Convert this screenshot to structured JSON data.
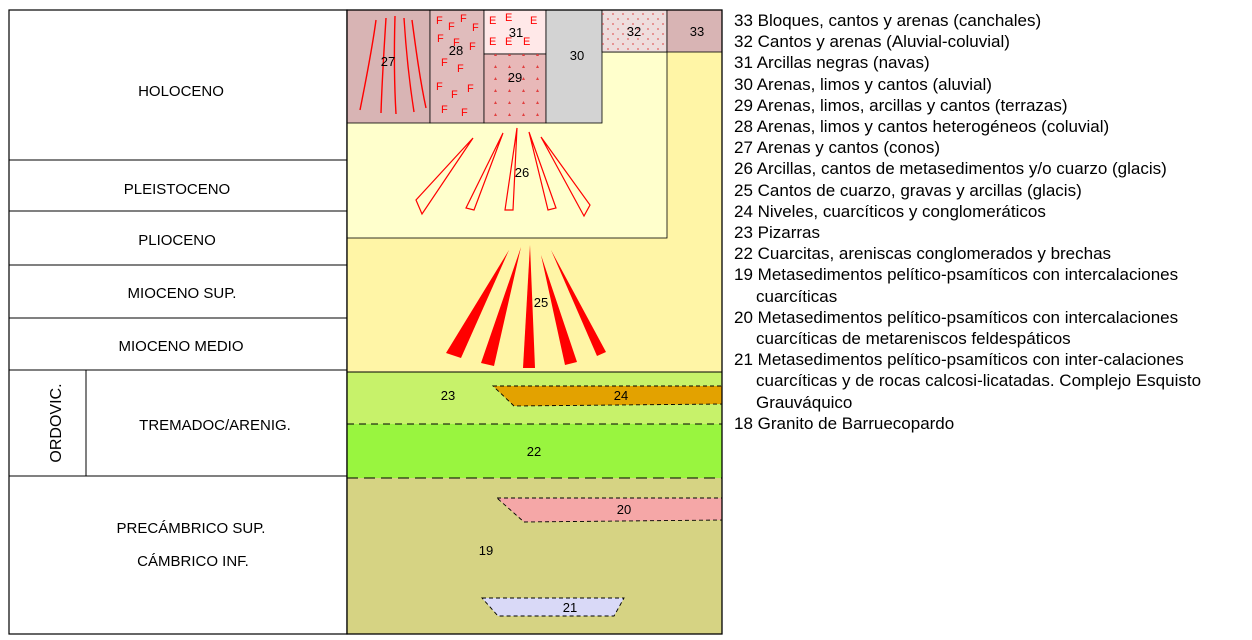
{
  "column": {
    "periods": [
      {
        "id": "holoceno",
        "label": "HOLOCENO"
      },
      {
        "id": "pleistoceno",
        "label": "PLEISTOCENO"
      },
      {
        "id": "plioceno",
        "label": "PLIOCENO"
      },
      {
        "id": "mioceno-sup",
        "label": "MIOCENO SUP."
      },
      {
        "id": "mioceno-medio",
        "label": "MIOCENO MEDIO"
      },
      {
        "id": "tremadoc",
        "label": "TREMADOC/ARENIG."
      },
      {
        "id": "precambrico",
        "label": "PRECÁMBRICO SUP."
      },
      {
        "id": "cambrico",
        "label": "CÁMBRICO INF."
      }
    ],
    "system_label": "ORDOVIC."
  },
  "units": {
    "u33": "33",
    "u32": "32",
    "u31": "31",
    "u30": "30",
    "u29": "29",
    "u28": "28",
    "u27": "27",
    "u26": "26",
    "u25": "25",
    "u24": "24",
    "u23": "23",
    "u22": "22",
    "u21": "21",
    "u20": "20",
    "u19": "19"
  },
  "symbols": {
    "f_mark": "F",
    "e_mark": "E"
  },
  "colors": {
    "u33": "#d8b4b4",
    "u32": "#eedddd",
    "u31": "#ffe8e8",
    "u30": "#d3d3d3",
    "u29": "#e8b8b8",
    "u28": "#e0bcbc",
    "u27": "#d8b4b4",
    "u26": "#ffffcc",
    "u25": "#fff5a6",
    "u23": "#c7f26a",
    "u24": "#e3a200",
    "u22": "#99f53f",
    "u19": "#d6d383",
    "u20": "#f5a7a7",
    "u21": "#d9d9f7",
    "symbol_red": "#ff0000"
  },
  "legend": [
    {
      "code": "33",
      "text": "Bloques, cantos y arenas (canchales)"
    },
    {
      "code": "32",
      "text": "Cantos y arenas (Aluvial-coluvial)"
    },
    {
      "code": "31",
      "text": "Arcillas negras (navas)"
    },
    {
      "code": "30",
      "text": "Arenas, limos y cantos (aluvial)"
    },
    {
      "code": "29",
      "text": "Arenas, limos, arcillas y cantos (terrazas)"
    },
    {
      "code": "28",
      "text": "Arenas, limos y cantos heterogéneos (coluvial)"
    },
    {
      "code": "27",
      "text": "Arenas y cantos (conos)"
    },
    {
      "code": "26",
      "text": "Arcillas, cantos de metasedimentos y/o cuarzo (glacis)"
    },
    {
      "code": "25",
      "text": "Cantos de cuarzo, gravas y arcillas (glacis)"
    },
    {
      "code": "24",
      "text": "Niveles, cuarcíticos y conglomeráticos"
    },
    {
      "code": "23",
      "text": "Pizarras"
    },
    {
      "code": "22",
      "text": "Cuarcitas, areniscas conglomerados y brechas"
    },
    {
      "code": "19",
      "text": "Metasedimentos pelítico-psamíticos con intercalaciones cuarcíticas"
    },
    {
      "code": "20",
      "text": "Metasedimentos pelítico-psamíticos con intercalaciones cuarcíticas de metareniscos feldespáticos"
    },
    {
      "code": "21",
      "text": "Metasedimentos pelítico-psamíticos con inter-calaciones cuarcíticas y de rocas calcosi-licatadas. Complejo Esquisto Grauváquico"
    },
    {
      "code": "18",
      "text": "Granito de Barruecopardo"
    }
  ]
}
